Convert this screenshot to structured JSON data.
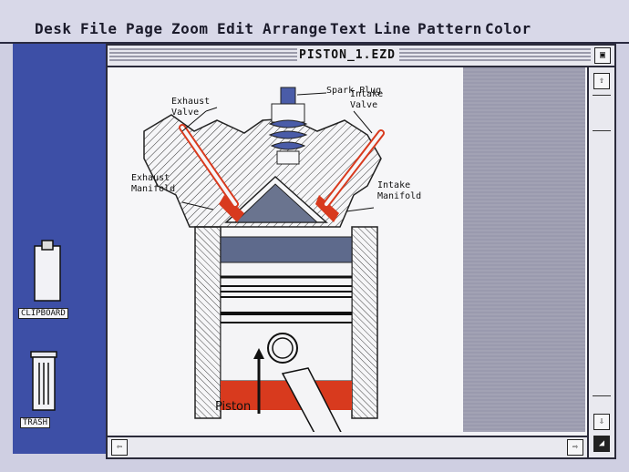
{
  "menubar": {
    "items": [
      "Desk",
      "File",
      "Page",
      "Zoom",
      "Edit",
      "Arrange",
      "Text",
      "Line",
      "Pattern",
      "Color"
    ]
  },
  "desktop": {
    "clipboard_label": "CLIPBOARD",
    "trash_label": "TRASH"
  },
  "window": {
    "title": "PISTON_1.EZD"
  },
  "drawing": {
    "labels": {
      "spark_plug": "Spark Plug",
      "exhaust_valve": "Exhaust\nValve",
      "intake_valve": "Intake\nValve",
      "exhaust_manifold": "Exhaust\nManifold",
      "intake_manifold": "Intake\nManifold",
      "piston": "Piston"
    }
  },
  "colors": {
    "desktop": "#3d4fa6",
    "piston_crown": "#5e6a8c",
    "red": "#d83a1e",
    "spark_blue": "#4a5ca8"
  }
}
